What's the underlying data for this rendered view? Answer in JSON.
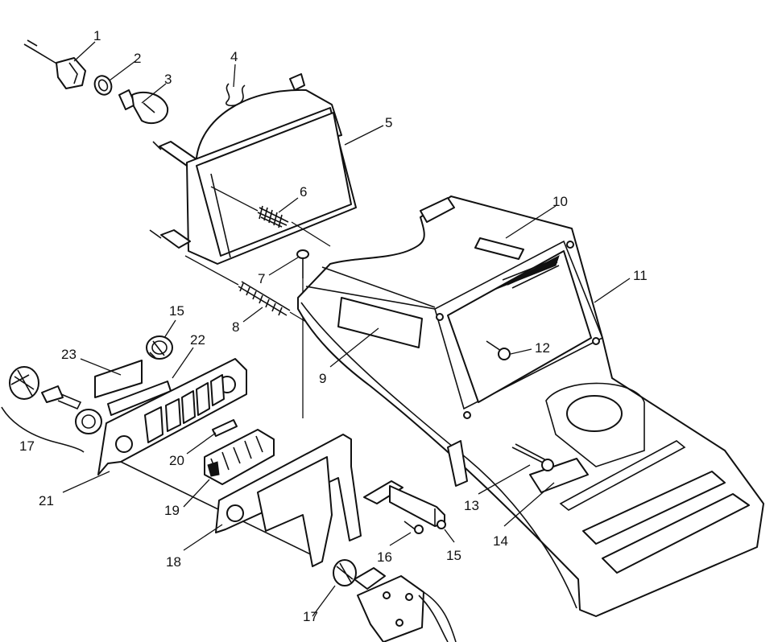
{
  "callouts": [
    {
      "id": "c1",
      "text": "1"
    },
    {
      "id": "c2",
      "text": "2"
    },
    {
      "id": "c3",
      "text": "3"
    },
    {
      "id": "c4",
      "text": "4"
    },
    {
      "id": "c5",
      "text": "5"
    },
    {
      "id": "c6",
      "text": "6"
    },
    {
      "id": "c7",
      "text": "7"
    },
    {
      "id": "c8",
      "text": "8"
    },
    {
      "id": "c9",
      "text": "9"
    },
    {
      "id": "c10",
      "text": "10"
    },
    {
      "id": "c11",
      "text": "11"
    },
    {
      "id": "c12",
      "text": "12"
    },
    {
      "id": "c13",
      "text": "13"
    },
    {
      "id": "c14",
      "text": "14"
    },
    {
      "id": "c15a",
      "text": "15"
    },
    {
      "id": "c15b",
      "text": "15"
    },
    {
      "id": "c16",
      "text": "16"
    },
    {
      "id": "c17a",
      "text": "17"
    },
    {
      "id": "c17b",
      "text": "17"
    },
    {
      "id": "c18",
      "text": "18"
    },
    {
      "id": "c19",
      "text": "19"
    },
    {
      "id": "c20",
      "text": "20"
    },
    {
      "id": "c21",
      "text": "21"
    },
    {
      "id": "c22",
      "text": "22"
    },
    {
      "id": "c23",
      "text": "23"
    }
  ]
}
